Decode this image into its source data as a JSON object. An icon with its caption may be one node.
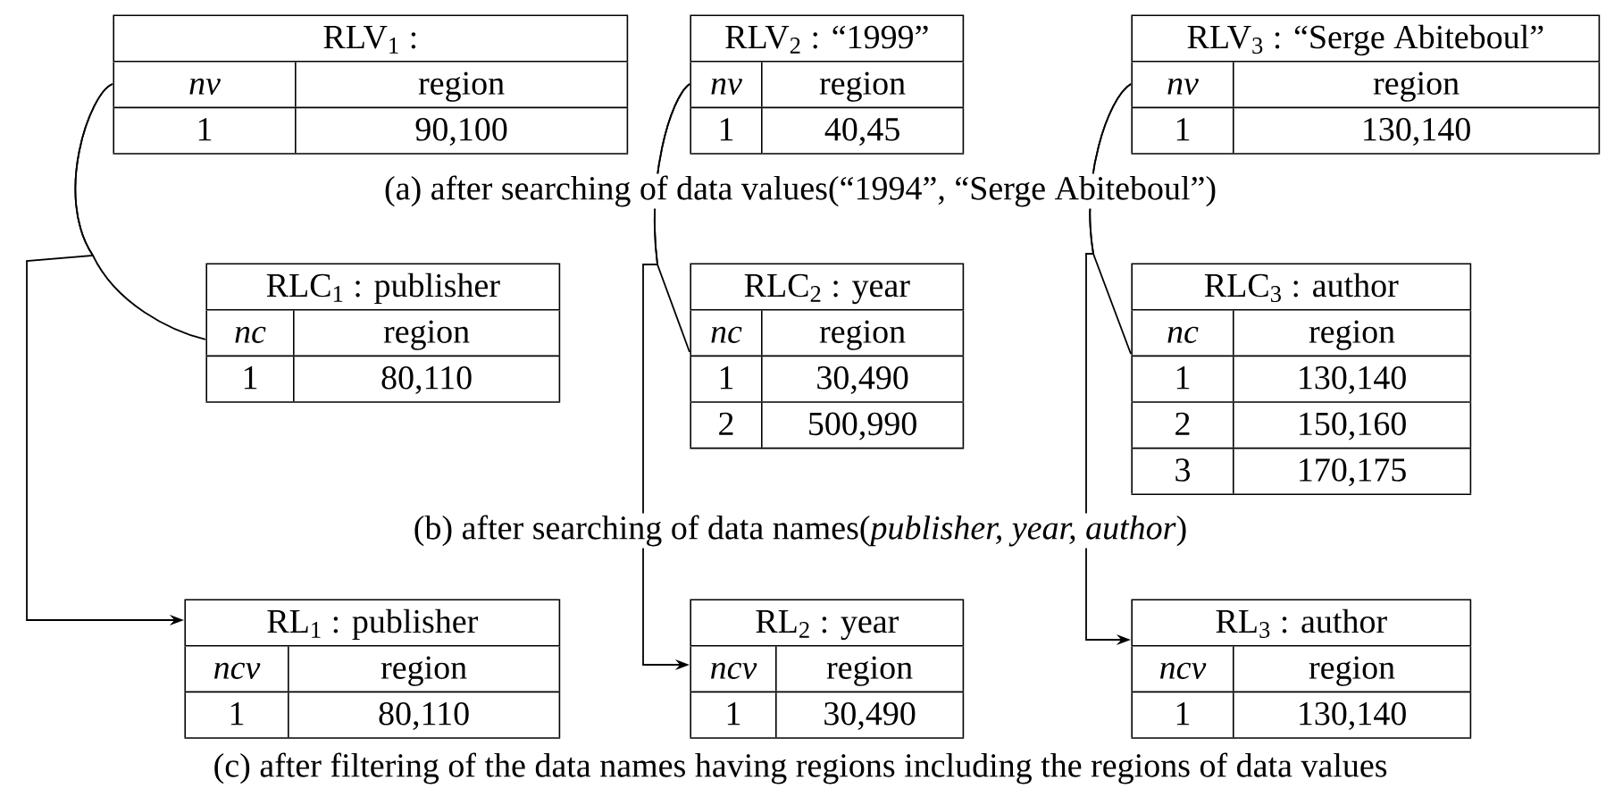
{
  "diagram": {
    "nodes": [
      {
        "text": [
          "RLV$_{1}$ :",
          "nv",
          "region",
          "1",
          "90,100"
        ]
      },
      {
        "text": [
          "RLV$_{2}$ : “1999”",
          "nv",
          "region",
          "1",
          "40,45"
        ]
      },
      {
        "text": [
          "RLV$_{3}$ : “Serge Abiteboul”",
          "nv",
          "region",
          "1",
          "130,140"
        ]
      },
      {
        "text": [
          "RLC$_{1}$ : publisher",
          "nc",
          "region",
          "1",
          "80,110"
        ]
      },
      {
        "text": [
          "RLC$_{2}$ : year",
          "nc",
          "region",
          "1",
          "30,490",
          "2",
          "500,990"
        ]
      },
      {
        "text": [
          "RLC$_{3}$ : author",
          "nc",
          "region",
          "1",
          "130,140",
          "2",
          "150,160",
          "3",
          "170,175"
        ]
      },
      {
        "text": [
          "RL$_{1}$ : publisher",
          "ncv",
          "region",
          "1",
          "80,110"
        ]
      },
      {
        "text": [
          "RL$_{2}$ : year",
          "ncv",
          "region",
          "1",
          "30,490"
        ]
      },
      {
        "text": [
          "RL$_{3}$ : author",
          "ncv",
          "region",
          "1",
          "130,140"
        ]
      }
    ],
    "edges": [
      {
        "from": 0,
        "to": 3,
        "arrow": "none"
      },
      {
        "from": 0,
        "to": 6,
        "arrow": "to"
      },
      {
        "from": 1,
        "to": 4,
        "arrow": "none"
      },
      {
        "from": 1,
        "to": 7,
        "arrow": "to"
      },
      {
        "from": 2,
        "to": 5,
        "arrow": "none"
      },
      {
        "from": 2,
        "to": 8,
        "arrow": "to"
      }
    ],
    "labels": [
      "(a) after searching of data values(“1994”, “Serge Abiteboul”)",
      "(b) after searching of data names(*publisher, year, author*)",
      "(c) after filtering of the data names having regions including the regions of data values"
    ]
  }
}
